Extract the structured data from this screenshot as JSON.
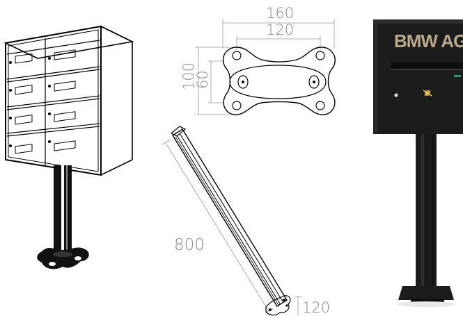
{
  "figure": {
    "dimensions": {
      "width_outer": "160",
      "width_inner": "120",
      "height_outer": "100",
      "height_inner": "60",
      "post_length": "800",
      "foot_size": "120"
    },
    "photo": {
      "brand_text": "BMW AG",
      "colors": {
        "body": "#1c1c1c",
        "lettering": "#b9a98a",
        "key": "#c9a64a"
      }
    },
    "icons": {
      "mailbox_unit": "mailbox-cluster-icon",
      "foot_plate": "base-plate-icon",
      "post": "post-icon"
    }
  }
}
